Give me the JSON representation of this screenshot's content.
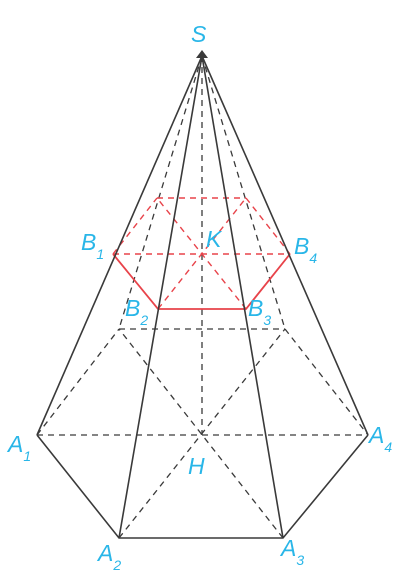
{
  "labels": {
    "apex": "S",
    "center_base": "H",
    "center_section": "K",
    "a1": {
      "letter": "A",
      "index": "1"
    },
    "a2": {
      "letter": "A",
      "index": "2"
    },
    "a3": {
      "letter": "A",
      "index": "3"
    },
    "a4": {
      "letter": "A",
      "index": "4"
    },
    "b1": {
      "letter": "B",
      "index": "1"
    },
    "b2": {
      "letter": "B",
      "index": "2"
    },
    "b3": {
      "letter": "B",
      "index": "3"
    },
    "b4": {
      "letter": "B",
      "index": "4"
    }
  },
  "colors": {
    "edge": "#3a3a3a",
    "section": "#e8434a",
    "label": "#29b6e8"
  }
}
